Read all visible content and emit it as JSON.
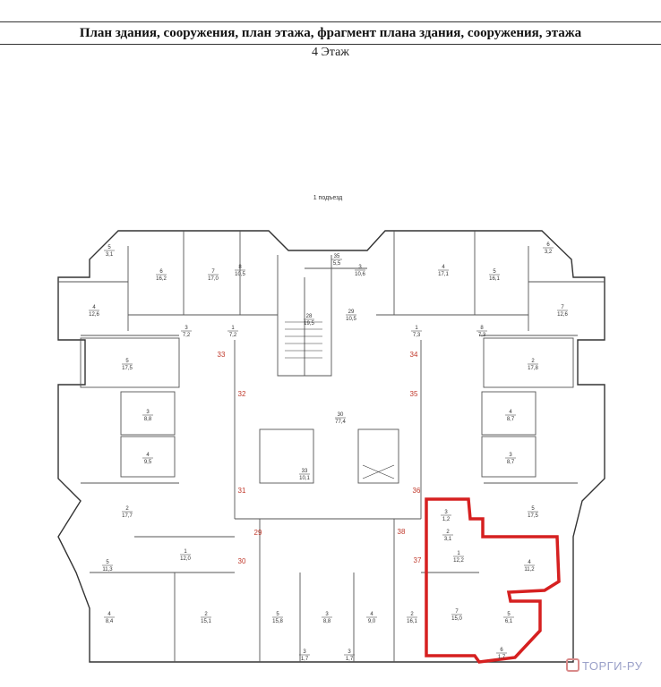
{
  "header": {
    "title": "План здания, сооружения, план этажа, фрагмент плана здания, сооружения, этажа",
    "floor": "4 Этаж"
  },
  "plan": {
    "entrance": "1 подъезд",
    "apartments": [
      "29",
      "30",
      "31",
      "32",
      "33",
      "34",
      "35",
      "36",
      "37",
      "38"
    ],
    "rooms": [
      {
        "n": "5",
        "a": "3,1"
      },
      {
        "n": "6",
        "a": "16,2"
      },
      {
        "n": "7",
        "a": "17,0"
      },
      {
        "n": "8",
        "a": "10,5"
      },
      {
        "n": "35",
        "a": "5,5"
      },
      {
        "n": "28",
        "a": "19,5"
      },
      {
        "n": "29",
        "a": "10,5"
      },
      {
        "n": "3",
        "a": "10,6"
      },
      {
        "n": "4",
        "a": "17,1"
      },
      {
        "n": "5",
        "a": "16,1"
      },
      {
        "n": "6",
        "a": "3,2"
      },
      {
        "n": "4",
        "a": "12,6"
      },
      {
        "n": "7",
        "a": "12,6"
      },
      {
        "n": "3",
        "a": "7,2"
      },
      {
        "n": "1",
        "a": "7,2"
      },
      {
        "n": "1",
        "a": "7,3"
      },
      {
        "n": "8",
        "a": "7,3"
      },
      {
        "n": "5",
        "a": "17,5"
      },
      {
        "n": "2",
        "a": "17,8"
      },
      {
        "n": "30",
        "a": "77,4"
      },
      {
        "n": "33",
        "a": "10,1"
      },
      {
        "n": "3",
        "a": "8,8"
      },
      {
        "n": "4",
        "a": "9,5"
      },
      {
        "n": "4",
        "a": "8,7"
      },
      {
        "n": "3",
        "a": "8,7"
      },
      {
        "n": "2",
        "a": "17,7"
      },
      {
        "n": "5",
        "a": "17,5"
      },
      {
        "n": "5",
        "a": "11,3"
      },
      {
        "n": "1",
        "a": "12,0"
      },
      {
        "n": "4",
        "a": "8,4"
      },
      {
        "n": "2",
        "a": "15,1"
      },
      {
        "n": "5",
        "a": "15,8"
      },
      {
        "n": "3",
        "a": "8,8"
      },
      {
        "n": "4",
        "a": "9,0"
      },
      {
        "n": "2",
        "a": "16,1"
      },
      {
        "n": "3",
        "a": "1,7"
      },
      {
        "n": "3",
        "a": "1,7"
      }
    ],
    "highlighted_apartment": {
      "color": "#d62020",
      "rooms": [
        {
          "n": "3",
          "a": "1,2"
        },
        {
          "n": "2",
          "a": "3,1"
        },
        {
          "n": "1",
          "a": "12,2"
        },
        {
          "n": "4",
          "a": "11,2"
        },
        {
          "n": "7",
          "a": "15,0"
        },
        {
          "n": "5",
          "a": "6,1"
        },
        {
          "n": "6",
          "a": "1,7"
        }
      ]
    }
  },
  "watermark": "ТОРГИ-РУ"
}
